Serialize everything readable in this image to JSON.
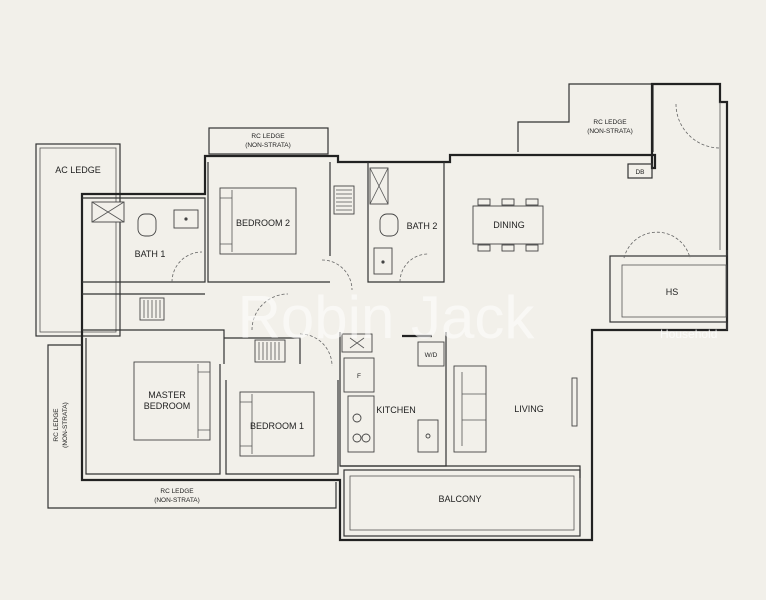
{
  "labels": {
    "ac_ledge": "AC LEDGE",
    "rc_ledge": "RC LEDGE",
    "non_strata": "(NON-STRATA)",
    "bedroom_2": "BEDROOM 2",
    "bath_1": "BATH 1",
    "bath_2": "BATH 2",
    "dining": "DINING",
    "db": "DB",
    "hs": "HS",
    "master": "MASTER",
    "bedroom": "BEDROOM",
    "bedroom_1": "BEDROOM 1",
    "kitchen": "KITCHEN",
    "living": "LIVING",
    "balcony": "BALCONY",
    "wd": "W/D",
    "fridge": "F"
  },
  "watermark": {
    "main": "Robin Jack",
    "brand": "Household"
  }
}
